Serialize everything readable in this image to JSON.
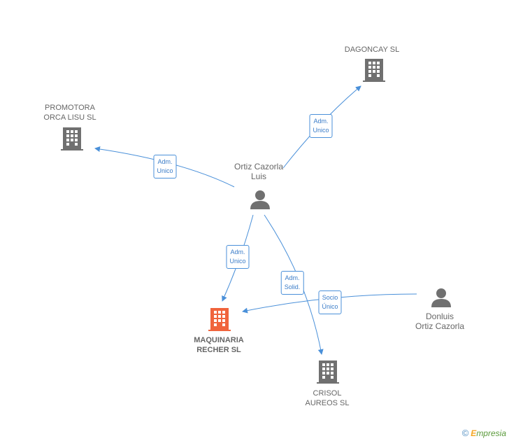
{
  "nodes": {
    "dagoncay": {
      "label_lines": [
        "DAGONCAY SL"
      ],
      "type": "company"
    },
    "promotora": {
      "label_lines": [
        "PROMOTORA",
        "ORCA LISU SL"
      ],
      "type": "company"
    },
    "ortiz": {
      "label_lines": [
        "Ortiz Cazorla",
        "Luis"
      ],
      "type": "person"
    },
    "maquinaria": {
      "label_lines": [
        "MAQUINARIA",
        "RECHER SL"
      ],
      "type": "company-main"
    },
    "crisol": {
      "label_lines": [
        "CRISOL",
        "AUREOS SL"
      ],
      "type": "company"
    },
    "donluis": {
      "label_lines": [
        "Donluis",
        "Ortiz Cazorla"
      ],
      "type": "person"
    }
  },
  "edges": [
    {
      "id": "ortiz-dagoncay",
      "label_lines": [
        "Adm.",
        "Unico"
      ]
    },
    {
      "id": "ortiz-promotora",
      "label_lines": [
        "Adm.",
        "Unico"
      ]
    },
    {
      "id": "ortiz-maquinaria",
      "label_lines": [
        "Adm.",
        "Unico"
      ]
    },
    {
      "id": "ortiz-crisol",
      "label_lines": [
        "Adm.",
        "Solid."
      ]
    },
    {
      "id": "donluis-maquinaria",
      "label_lines": [
        "Socio",
        "Único"
      ]
    }
  ],
  "colors": {
    "company": "#707070",
    "main": "#f0643c",
    "person": "#707070",
    "edge": "#4a90d9"
  },
  "footer": {
    "copyright": "©",
    "brand_first": "E",
    "brand_rest": "mpresia"
  }
}
